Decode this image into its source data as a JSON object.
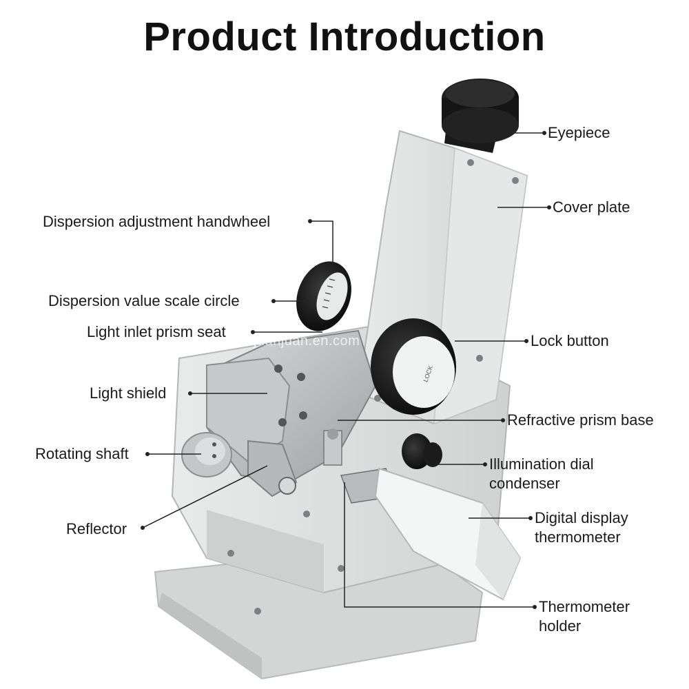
{
  "title": "Product Introduction",
  "watermark": "juanjuan.en.com",
  "dial_text": "LOCK",
  "colors": {
    "body": "#dfe1e0",
    "body_shade": "#c9ccca",
    "metal": "#b9bcbd",
    "knob": "#1b1b1b",
    "leader": "#222222"
  },
  "labels": {
    "eyepiece": "Eyepiece",
    "cover_plate": "Cover plate",
    "dispersion_handwheel": "Dispersion adjustment handwheel",
    "dispersion_scale": "Dispersion value scale circle",
    "light_inlet": "Light inlet prism seat",
    "lock_button": "Lock button",
    "light_shield": "Light shield",
    "refractive_base": "Refractive prism base",
    "rotating_shaft": "Rotating shaft",
    "illumination_line1": "Illumination dial",
    "illumination_line2": "condenser",
    "reflector": "Reflector",
    "digital_line1": "Digital display",
    "digital_line2": "thermometer",
    "holder_line1": "Thermometer",
    "holder_line2": "holder"
  }
}
